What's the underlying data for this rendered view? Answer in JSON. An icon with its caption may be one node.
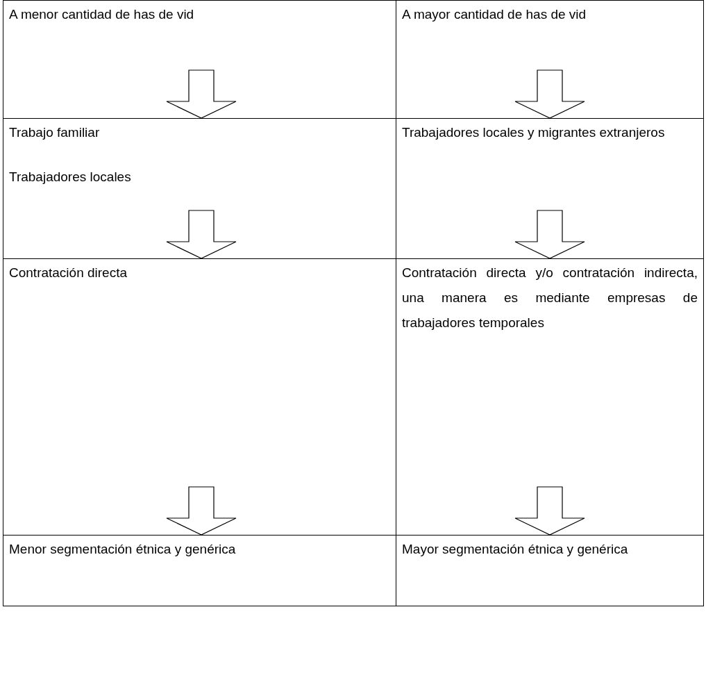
{
  "diagram": {
    "nodes": [
      {
        "text": [
          "A menor cantidad de has de vid"
        ]
      },
      {
        "text": [
          "A mayor cantidad de has de vid"
        ]
      },
      {
        "text": [
          "Trabajo familiar",
          "Trabajadores locales"
        ]
      },
      {
        "text": [
          "Trabajadores locales y migrantes extranjeros"
        ]
      },
      {
        "text": [
          "Contratación directa"
        ]
      },
      {
        "text": [
          "Contratación directa y/o contratación indirecta, una manera es mediante empresas de trabajadores temporales"
        ]
      },
      {
        "text": [
          "Menor segmentación étnica y genérica"
        ]
      },
      {
        "text": [
          "Mayor segmentación étnica y genérica"
        ]
      }
    ],
    "edges": [
      {
        "from": 0,
        "to": 2,
        "arrow": "to"
      },
      {
        "from": 1,
        "to": 3,
        "arrow": "to"
      },
      {
        "from": 2,
        "to": 4,
        "arrow": "to"
      },
      {
        "from": 3,
        "to": 5,
        "arrow": "to"
      },
      {
        "from": 4,
        "to": 6,
        "arrow": "to"
      },
      {
        "from": 5,
        "to": 7,
        "arrow": "to"
      }
    ]
  }
}
